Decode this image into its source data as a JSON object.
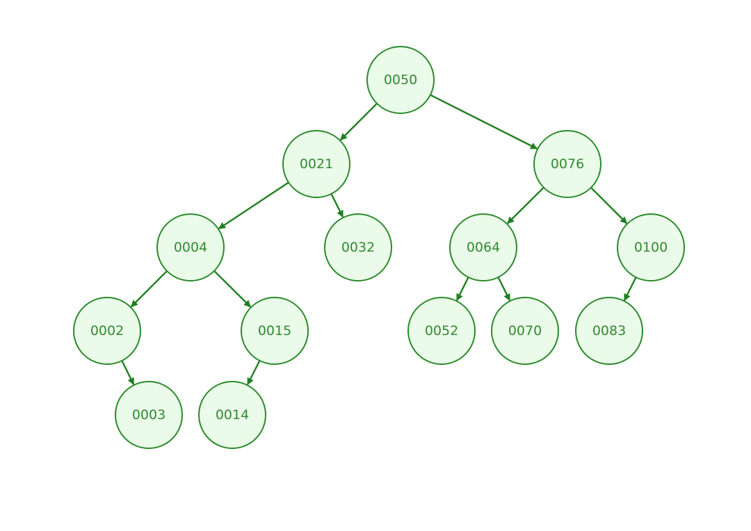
{
  "diagram": {
    "type": "binary-search-tree",
    "colors": {
      "node_fill": "#ebfbea",
      "node_stroke": "#2a8a2a",
      "text": "#2f8a2f",
      "edge": "#1f7f1f"
    },
    "nodes": [
      {
        "id": "n50",
        "label": "0050"
      },
      {
        "id": "n21",
        "label": "0021"
      },
      {
        "id": "n76",
        "label": "0076"
      },
      {
        "id": "n4",
        "label": "0004"
      },
      {
        "id": "n32",
        "label": "0032"
      },
      {
        "id": "n64",
        "label": "0064"
      },
      {
        "id": "n100",
        "label": "0100"
      },
      {
        "id": "n2",
        "label": "0002"
      },
      {
        "id": "n15",
        "label": "0015"
      },
      {
        "id": "n52",
        "label": "0052"
      },
      {
        "id": "n70",
        "label": "0070"
      },
      {
        "id": "n83",
        "label": "0083"
      },
      {
        "id": "n3",
        "label": "0003"
      },
      {
        "id": "n14",
        "label": "0014"
      }
    ],
    "edges": [
      [
        "n50",
        "n21"
      ],
      [
        "n50",
        "n76"
      ],
      [
        "n21",
        "n4"
      ],
      [
        "n21",
        "n32"
      ],
      [
        "n76",
        "n64"
      ],
      [
        "n76",
        "n100"
      ],
      [
        "n4",
        "n2"
      ],
      [
        "n4",
        "n15"
      ],
      [
        "n64",
        "n52"
      ],
      [
        "n64",
        "n70"
      ],
      [
        "n100",
        "n83"
      ],
      [
        "n2",
        "n3"
      ],
      [
        "n15",
        "n14"
      ]
    ]
  }
}
